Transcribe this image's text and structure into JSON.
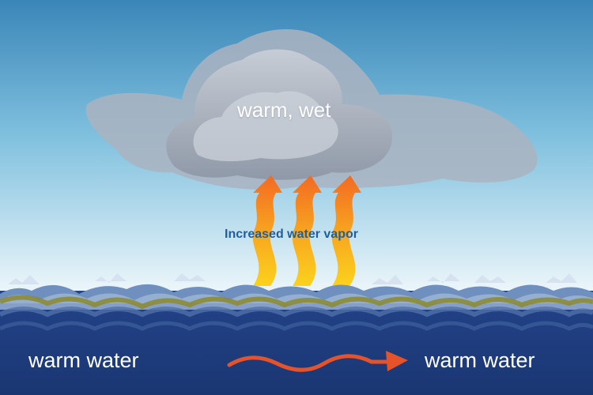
{
  "labels": {
    "cloud": "warm, wet",
    "vapor": "Increased water vapor",
    "water_left": "warm water",
    "water_right": "warm water"
  },
  "colors": {
    "sky_top": "#3a86b8",
    "sky_bottom": "#eef7fb",
    "ocean": "#1d3b7c",
    "cloud": "#b3b9c4",
    "vapor_arrow_top": "#f26a22",
    "vapor_arrow_bottom": "#f9c61c",
    "current_arrow": "#e6532b",
    "algae": "#8b8a2c"
  },
  "icons": {
    "vapor_arrows": "wavy-up-arrow",
    "current": "wavy-right-arrow"
  }
}
